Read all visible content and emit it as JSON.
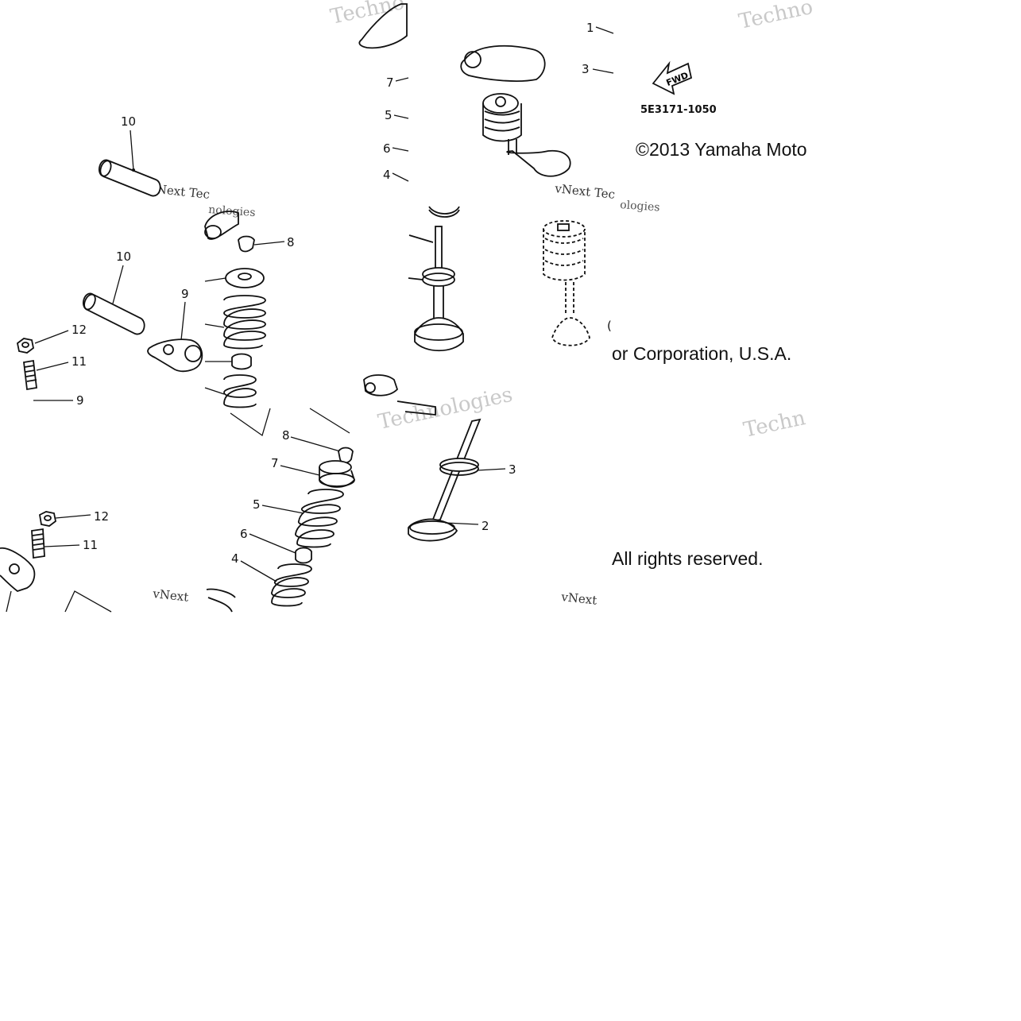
{
  "diagram": {
    "part_code": "5E3171-1050",
    "direction_label": "FWD",
    "copyright_line_1": "©2013 Yamaha Moto",
    "copyright_line_2": "or Corporation, U.S.A.",
    "copyright_line_3": "All rights reserved.",
    "watermark_text": [
      "Techno",
      "Techno",
      "vNext Tec",
      "vNext Tec",
      "vNext",
      "vNext",
      "Techn",
      "Technologies",
      "nologies",
      "ologies"
    ],
    "callouts": {
      "top_group": [
        "1",
        "3",
        "7",
        "5",
        "6",
        "4"
      ],
      "left_group": [
        "10",
        "8",
        "10",
        "9",
        "12",
        "11",
        "9"
      ],
      "bottom_group": [
        "8",
        "7",
        "5",
        "6",
        "4",
        "3",
        "2",
        "12",
        "11"
      ]
    }
  }
}
